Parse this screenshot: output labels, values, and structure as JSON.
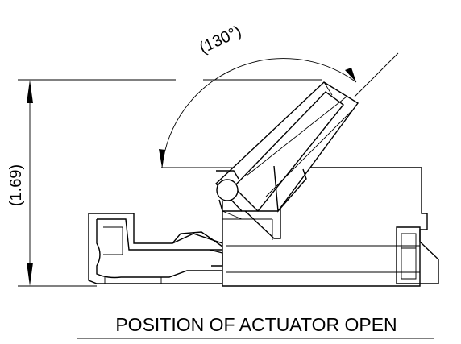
{
  "drawing": {
    "angle_label": "(130°)",
    "height_label": "(1.69)",
    "caption": "POSITION OF ACTUATOR OPEN"
  }
}
